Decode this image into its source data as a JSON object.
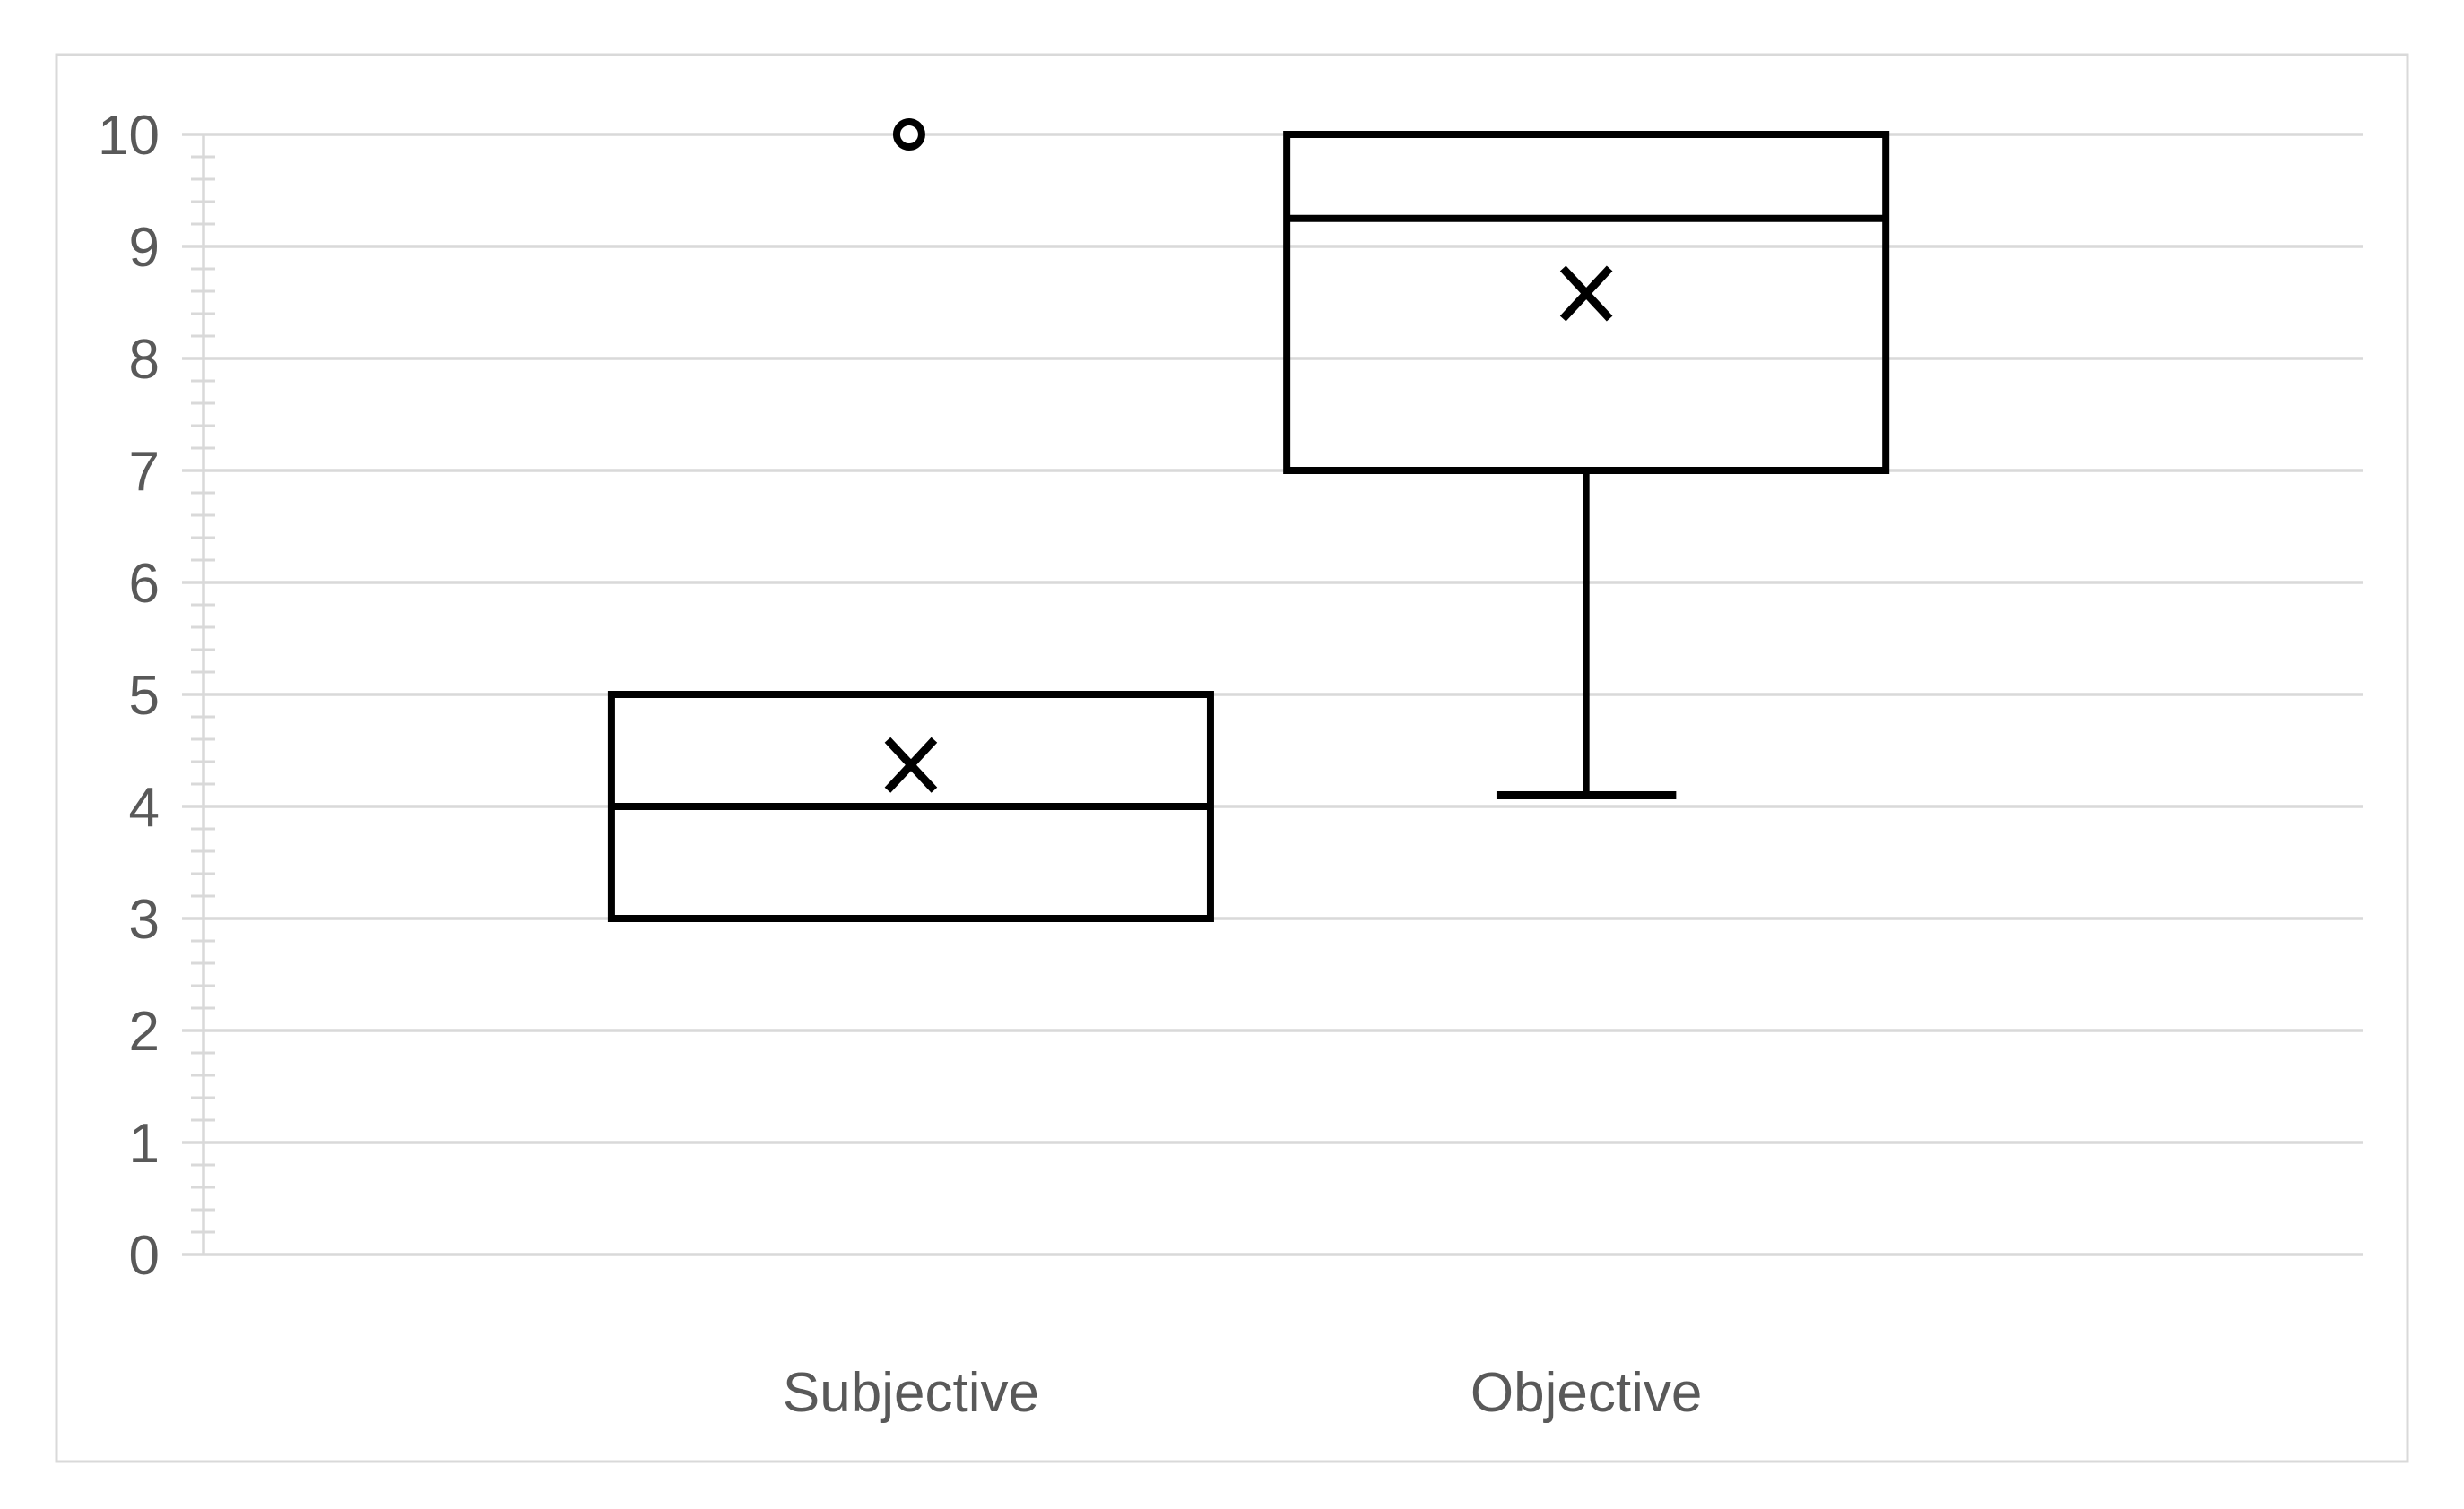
{
  "chart_data": {
    "type": "box",
    "title": "",
    "xlabel": "",
    "ylabel": "",
    "categories": [
      "Subjective",
      "Objective"
    ],
    "series": [
      {
        "name": "Subjective",
        "min": 3,
        "q1": 3,
        "median": 4,
        "q3": 5,
        "max": 5,
        "mean": 4.37,
        "outliers": [
          10
        ]
      },
      {
        "name": "Objective",
        "min": 4.1,
        "q1": 7,
        "median": 9.25,
        "q3": 10,
        "max": 10,
        "mean": 8.58,
        "outliers": []
      }
    ],
    "ylim": [
      0,
      10
    ],
    "yticks": [
      "0",
      "1",
      "2",
      "3",
      "4",
      "5",
      "6",
      "7",
      "8",
      "9",
      "10"
    ],
    "ytick_step": 1,
    "minor_tick_step": 0.2,
    "grid": true,
    "legend": false,
    "layout_hints": {
      "box_centers_frac": [
        0.3697,
        0.6438
      ],
      "box_width_frac": 0.2431,
      "whisker_cap_frac_of_box": 0.3,
      "mean_marker": "x-cross",
      "outlier_marker": "open-circle"
    },
    "colors": {
      "box_stroke": "#000000",
      "median": "#000000",
      "mean_marker": "#000000",
      "outlier": "#000000",
      "grid": "#d9d9d9",
      "axis": "#d9d9d9",
      "tick_label": "#595959",
      "category_label": "#595959",
      "frame": "#d9d9d9",
      "background": "#ffffff"
    }
  }
}
